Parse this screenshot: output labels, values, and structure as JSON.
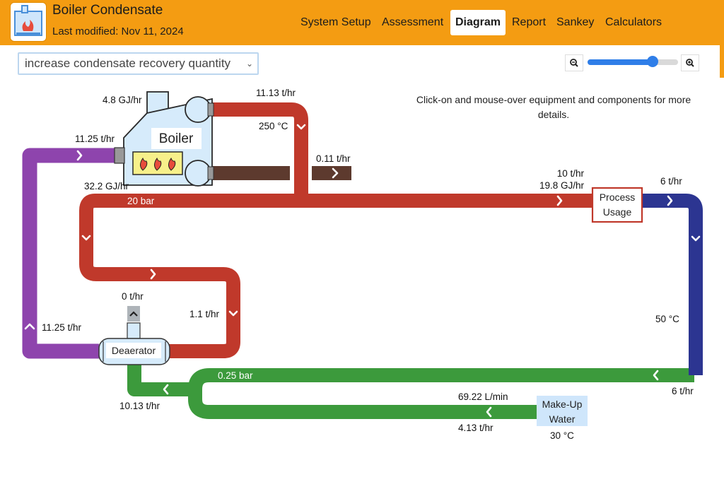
{
  "header": {
    "title": "Boiler Condensate",
    "last_modified": "Last modified: Nov 11, 2024",
    "tabs": [
      {
        "label": "System Setup",
        "active": false
      },
      {
        "label": "Assessment",
        "active": false
      },
      {
        "label": "Diagram",
        "active": true
      },
      {
        "label": "Report",
        "active": false
      },
      {
        "label": "Sankey",
        "active": false
      },
      {
        "label": "Calculators",
        "active": false
      }
    ]
  },
  "toolbar": {
    "scenario_selected": "increase condensate recovery quantity",
    "zoom_level": 0.72
  },
  "help_text": "Click-on and mouse-over equipment and components for more details.",
  "colors": {
    "accent": "#f49c12",
    "steam": "#c0392b",
    "feedwater": "#8e44ad",
    "condensate": "#2c3591",
    "water": "#3c9a3c",
    "blowdown": "#5d3a2e"
  },
  "components": {
    "boiler": "Boiler",
    "process": "Process Usage",
    "deaerator": "Deaerator",
    "makeup": "Make-Up Water"
  },
  "labels": {
    "boiler_fuel": "4.8 GJ/hr",
    "boiler_steam_out": "11.13 t/hr",
    "boiler_steam_temp": "250 °C",
    "boiler_feed_in": "11.25 t/hr",
    "blowdown_flow": "0.11 t/hr",
    "header_energy": "32.2 GJ/hr",
    "header_pressure": "20 bar",
    "process_flow": "10 t/hr",
    "process_energy": "19.8 GJ/hr",
    "condensate_flow": "6 t/hr",
    "condensate_temp": "50 °C",
    "condensate_return": "6 t/hr",
    "vent_flow": "0 t/hr",
    "da_steam": "1.1 t/hr",
    "feed_return": "11.25 t/hr",
    "lp_pressure": "0.25 bar",
    "da_inlet": "10.13 t/hr",
    "makeup_volume": "69.22 L/min",
    "makeup_flow": "4.13 t/hr",
    "makeup_temp": "30 °C"
  }
}
